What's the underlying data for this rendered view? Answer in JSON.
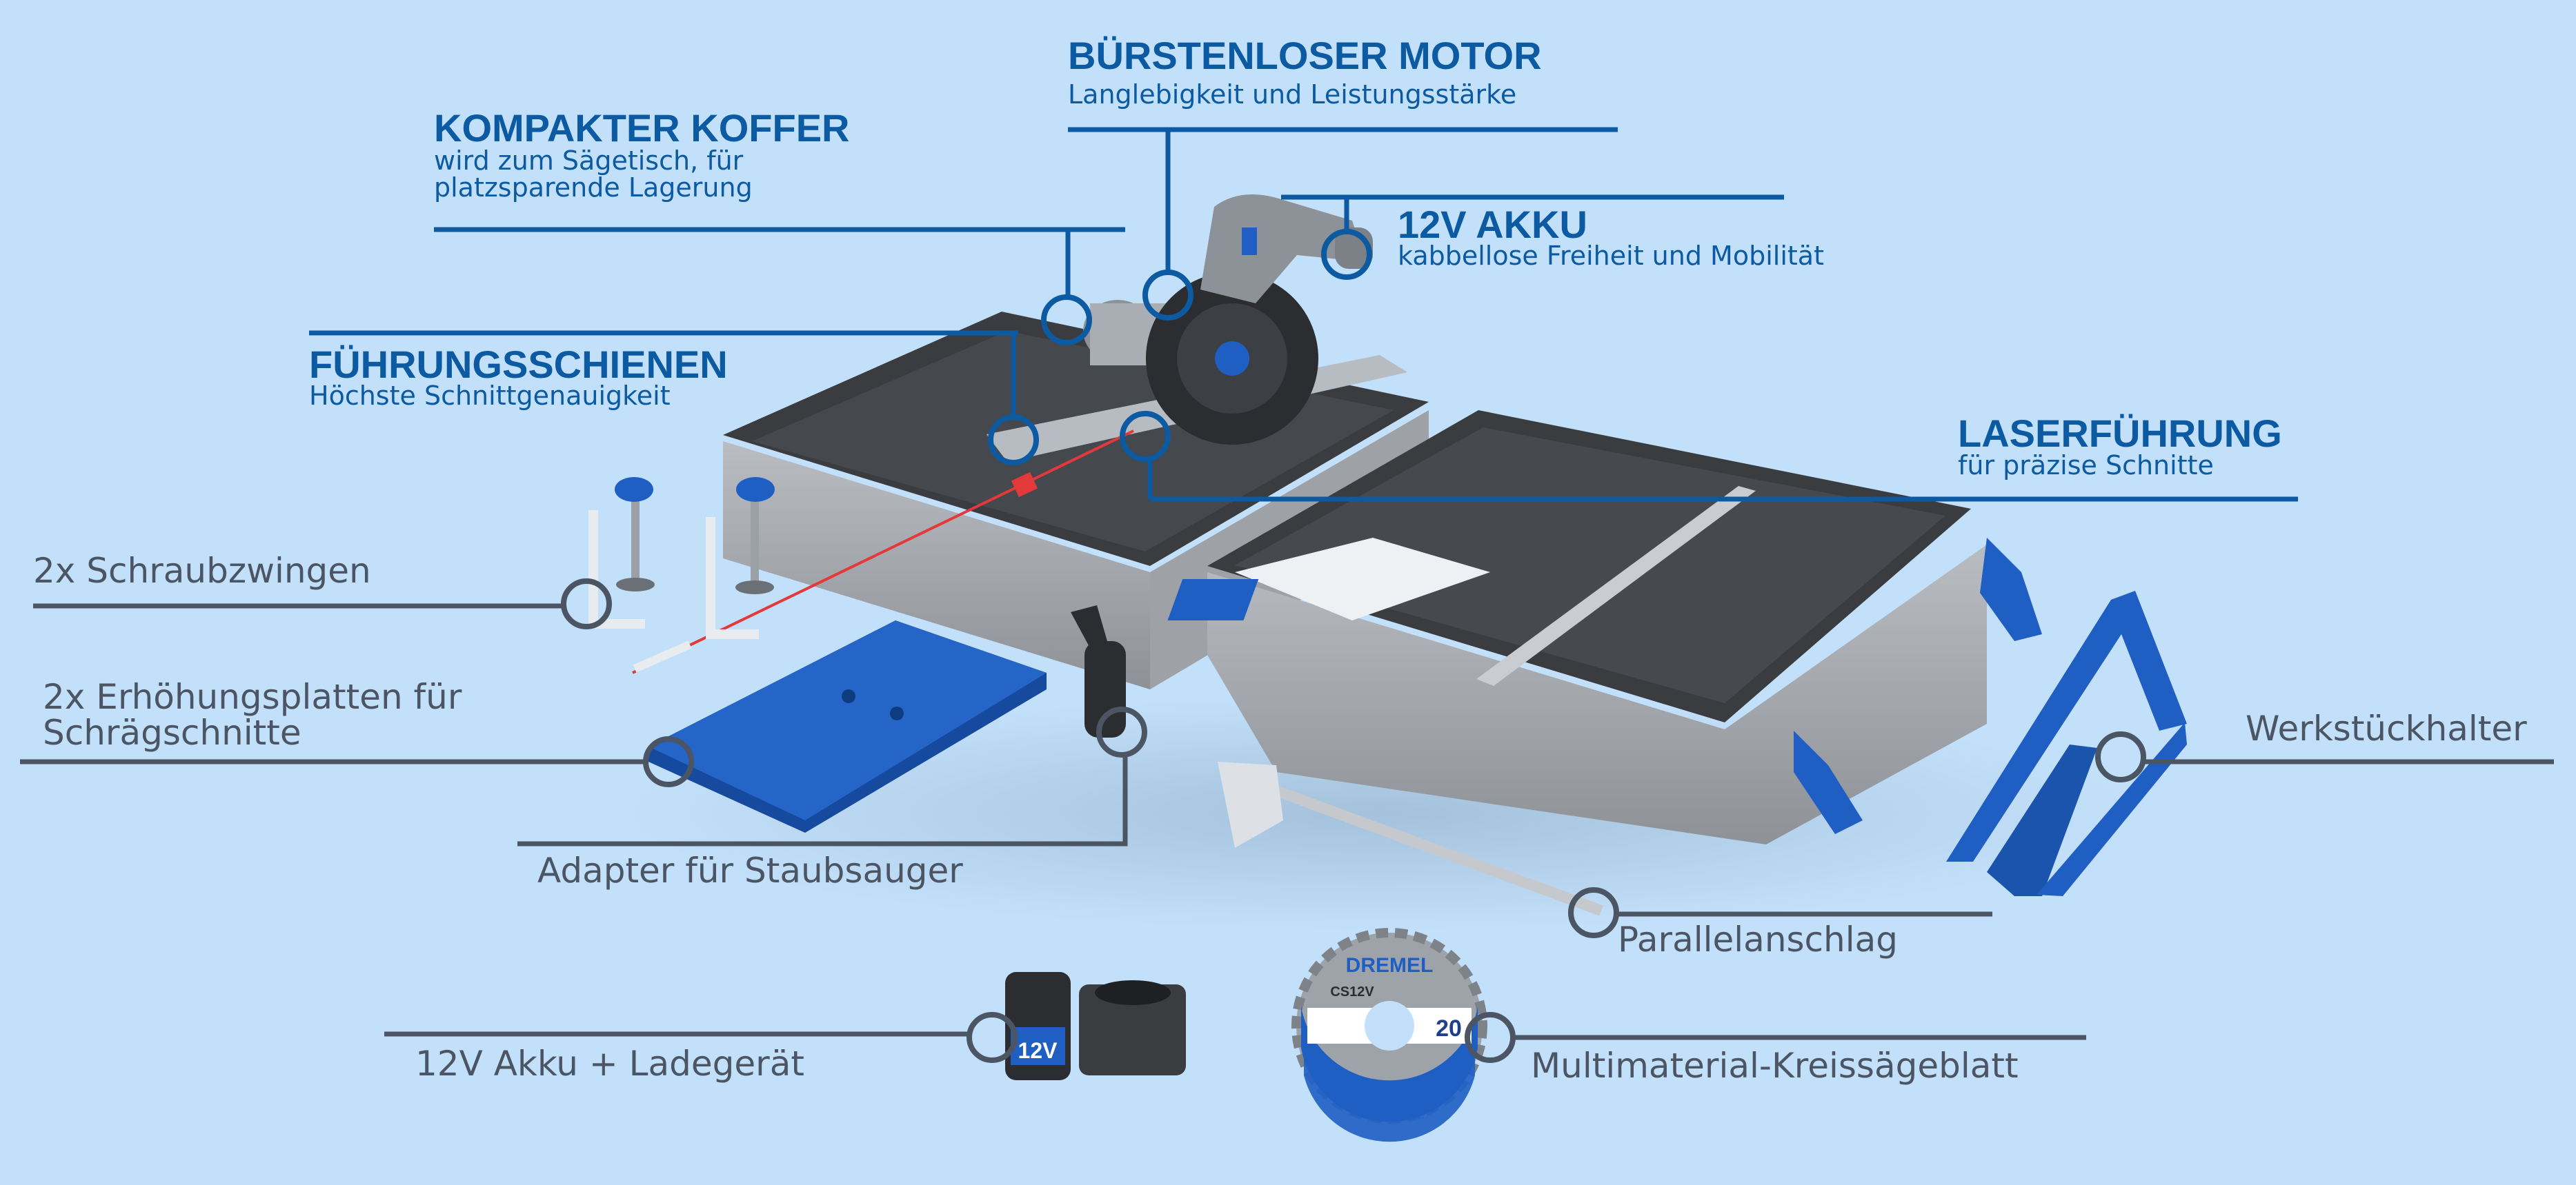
{
  "colors": {
    "background": "#c3e0fb",
    "accent_blue": "#0b5aa2",
    "label_gray": "#4b5563",
    "product_blue": "#1f5fc4"
  },
  "features": {
    "motor": {
      "title": "BÜRSTENLOSER MOTOR",
      "subtitle": "Langlebigkeit und Leistungsstärke"
    },
    "case": {
      "title": "KOMPAKTER KOFFER",
      "subtitle_line1": "wird zum Sägetisch, für",
      "subtitle_line2": "platzsparende Lagerung"
    },
    "battery": {
      "title": "12V AKKU",
      "subtitle": "kabbellose Freiheit und Mobilität"
    },
    "rails": {
      "title": "FÜHRUNGSSCHIENEN",
      "subtitle": "Höchste Schnittgenauigkeit"
    },
    "laser": {
      "title": "LASERFÜHRUNG",
      "subtitle": "für präzise Schnitte"
    }
  },
  "accessories": {
    "clamps": "2x Schraubzwingen",
    "plates_line1": "2x Erhöhungsplatten für",
    "plates_line2": "Schrägschnitte",
    "vacuum_adapter": "Adapter für Staubsauger",
    "workpiece_holder": "Werkstückhalter",
    "parallel_guide": "Parallelanschlag",
    "battery_charger": "12V Akku + Ladegerät",
    "blade": "Multimaterial-Kreissägeblatt"
  },
  "product_markings": {
    "brand_logo": "DREMEL",
    "blade_model": "CS12V",
    "blade_teeth": "20",
    "battery_label": "12V"
  }
}
